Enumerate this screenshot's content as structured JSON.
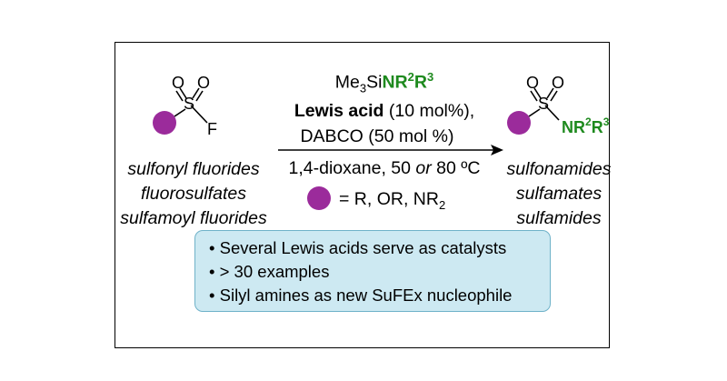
{
  "reactant": {
    "o1": "O",
    "o2": "O",
    "s": "S",
    "f": "F",
    "classes": [
      "sulfonyl fluorides",
      "fluorosulfates",
      "sulfamoyl fluorides"
    ]
  },
  "product": {
    "o1": "O",
    "o2": "O",
    "s": "S",
    "group_nr": "NR",
    "group_sup2": "2",
    "group_r": "R",
    "group_sup3": "3",
    "classes": [
      "sulfonamides",
      "sulfamates",
      "sulfamides"
    ]
  },
  "conditions": {
    "reagent_me": "Me",
    "reagent_sub3": "3",
    "reagent_si": "Si",
    "reagent_nr": "NR",
    "reagent_sup2": "2",
    "reagent_r": "R",
    "reagent_sup3": "3",
    "catalyst_bold": "Lewis acid",
    "catalyst_rest": " (10 mol%),",
    "base": "DABCO (50 mol %)",
    "solvent_pre": "1,4-dioxane, 50 ",
    "solvent_or": "or",
    "solvent_post": " 80 ºC",
    "legend_text": "= R, OR, NR",
    "legend_sub": "2"
  },
  "summary": {
    "items": [
      "• Several Lewis acids serve as catalysts",
      "• > 30 examples",
      "• Silyl amines as new SuFEx nucleophile"
    ]
  },
  "colors": {
    "substituent_ball": "#9b2b9b",
    "nucleophile_green": "#1e8a1e",
    "summary_bg": "#cde9f2",
    "summary_border": "#6fb2c9"
  }
}
